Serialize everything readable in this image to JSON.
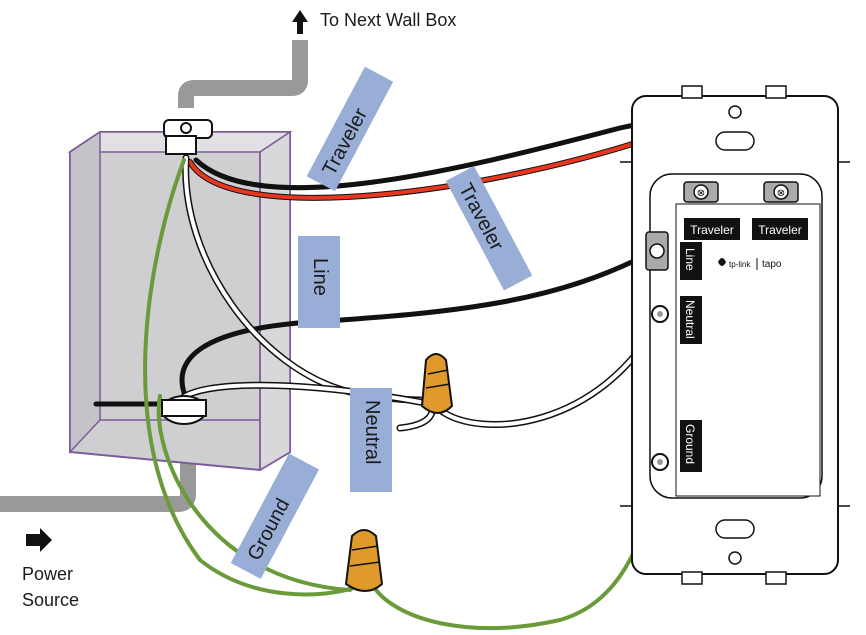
{
  "top_note": "To Next Wall Box",
  "power_source": {
    "line1": "Power",
    "line2": "Source"
  },
  "wire_labels": {
    "traveler_1": "Traveler",
    "traveler_2": "Traveler",
    "line": "Line",
    "neutral": "Neutral",
    "ground": "Ground"
  },
  "switch_terminals": {
    "traveler_left": "Traveler",
    "traveler_right": "Traveler",
    "line": "Line",
    "neutral": "Neutral",
    "ground": "Ground"
  },
  "brand": {
    "tplink": "tp-link",
    "tapo": "tapo"
  },
  "colors": {
    "label_bg": "#98aed6",
    "box_fill": "#cfcfd2",
    "box_edge": "#7d5b9a",
    "conduit": "#999999",
    "wire_black": "#111111",
    "wire_red": "#e8361f",
    "wire_green": "#6b9a3a",
    "wire_nut": "#e09a2c"
  }
}
